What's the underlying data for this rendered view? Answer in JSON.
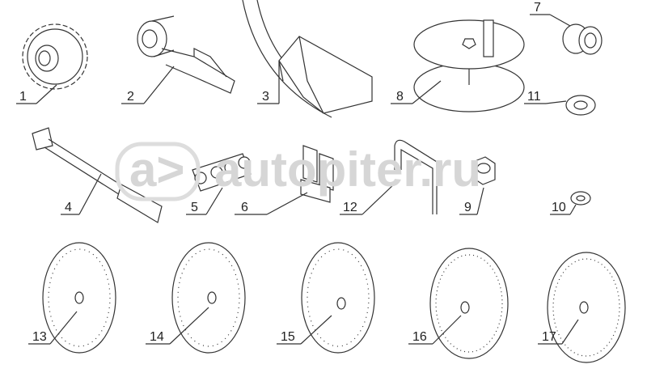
{
  "title": "Parts diagram",
  "watermark": "autopiter.ru",
  "watermark_logo": "a>",
  "parts": [
    {
      "label": "1",
      "name": "sprocket"
    },
    {
      "label": "2",
      "name": "idler-bracket"
    },
    {
      "label": "3",
      "name": "frame-bracket"
    },
    {
      "label": "4",
      "name": "rod"
    },
    {
      "label": "5",
      "name": "chain"
    },
    {
      "label": "6",
      "name": "clamp-plates"
    },
    {
      "label": "7",
      "name": "bushing"
    },
    {
      "label": "8",
      "name": "disc-assembly"
    },
    {
      "label": "9",
      "name": "nut"
    },
    {
      "label": "10",
      "name": "lock-washer"
    },
    {
      "label": "11",
      "name": "washer"
    },
    {
      "label": "12",
      "name": "u-bolt"
    },
    {
      "label": "13",
      "name": "seed-plate"
    },
    {
      "label": "14",
      "name": "seed-plate"
    },
    {
      "label": "15",
      "name": "seed-plate"
    },
    {
      "label": "16",
      "name": "seed-plate"
    },
    {
      "label": "17",
      "name": "seed-plate"
    }
  ]
}
